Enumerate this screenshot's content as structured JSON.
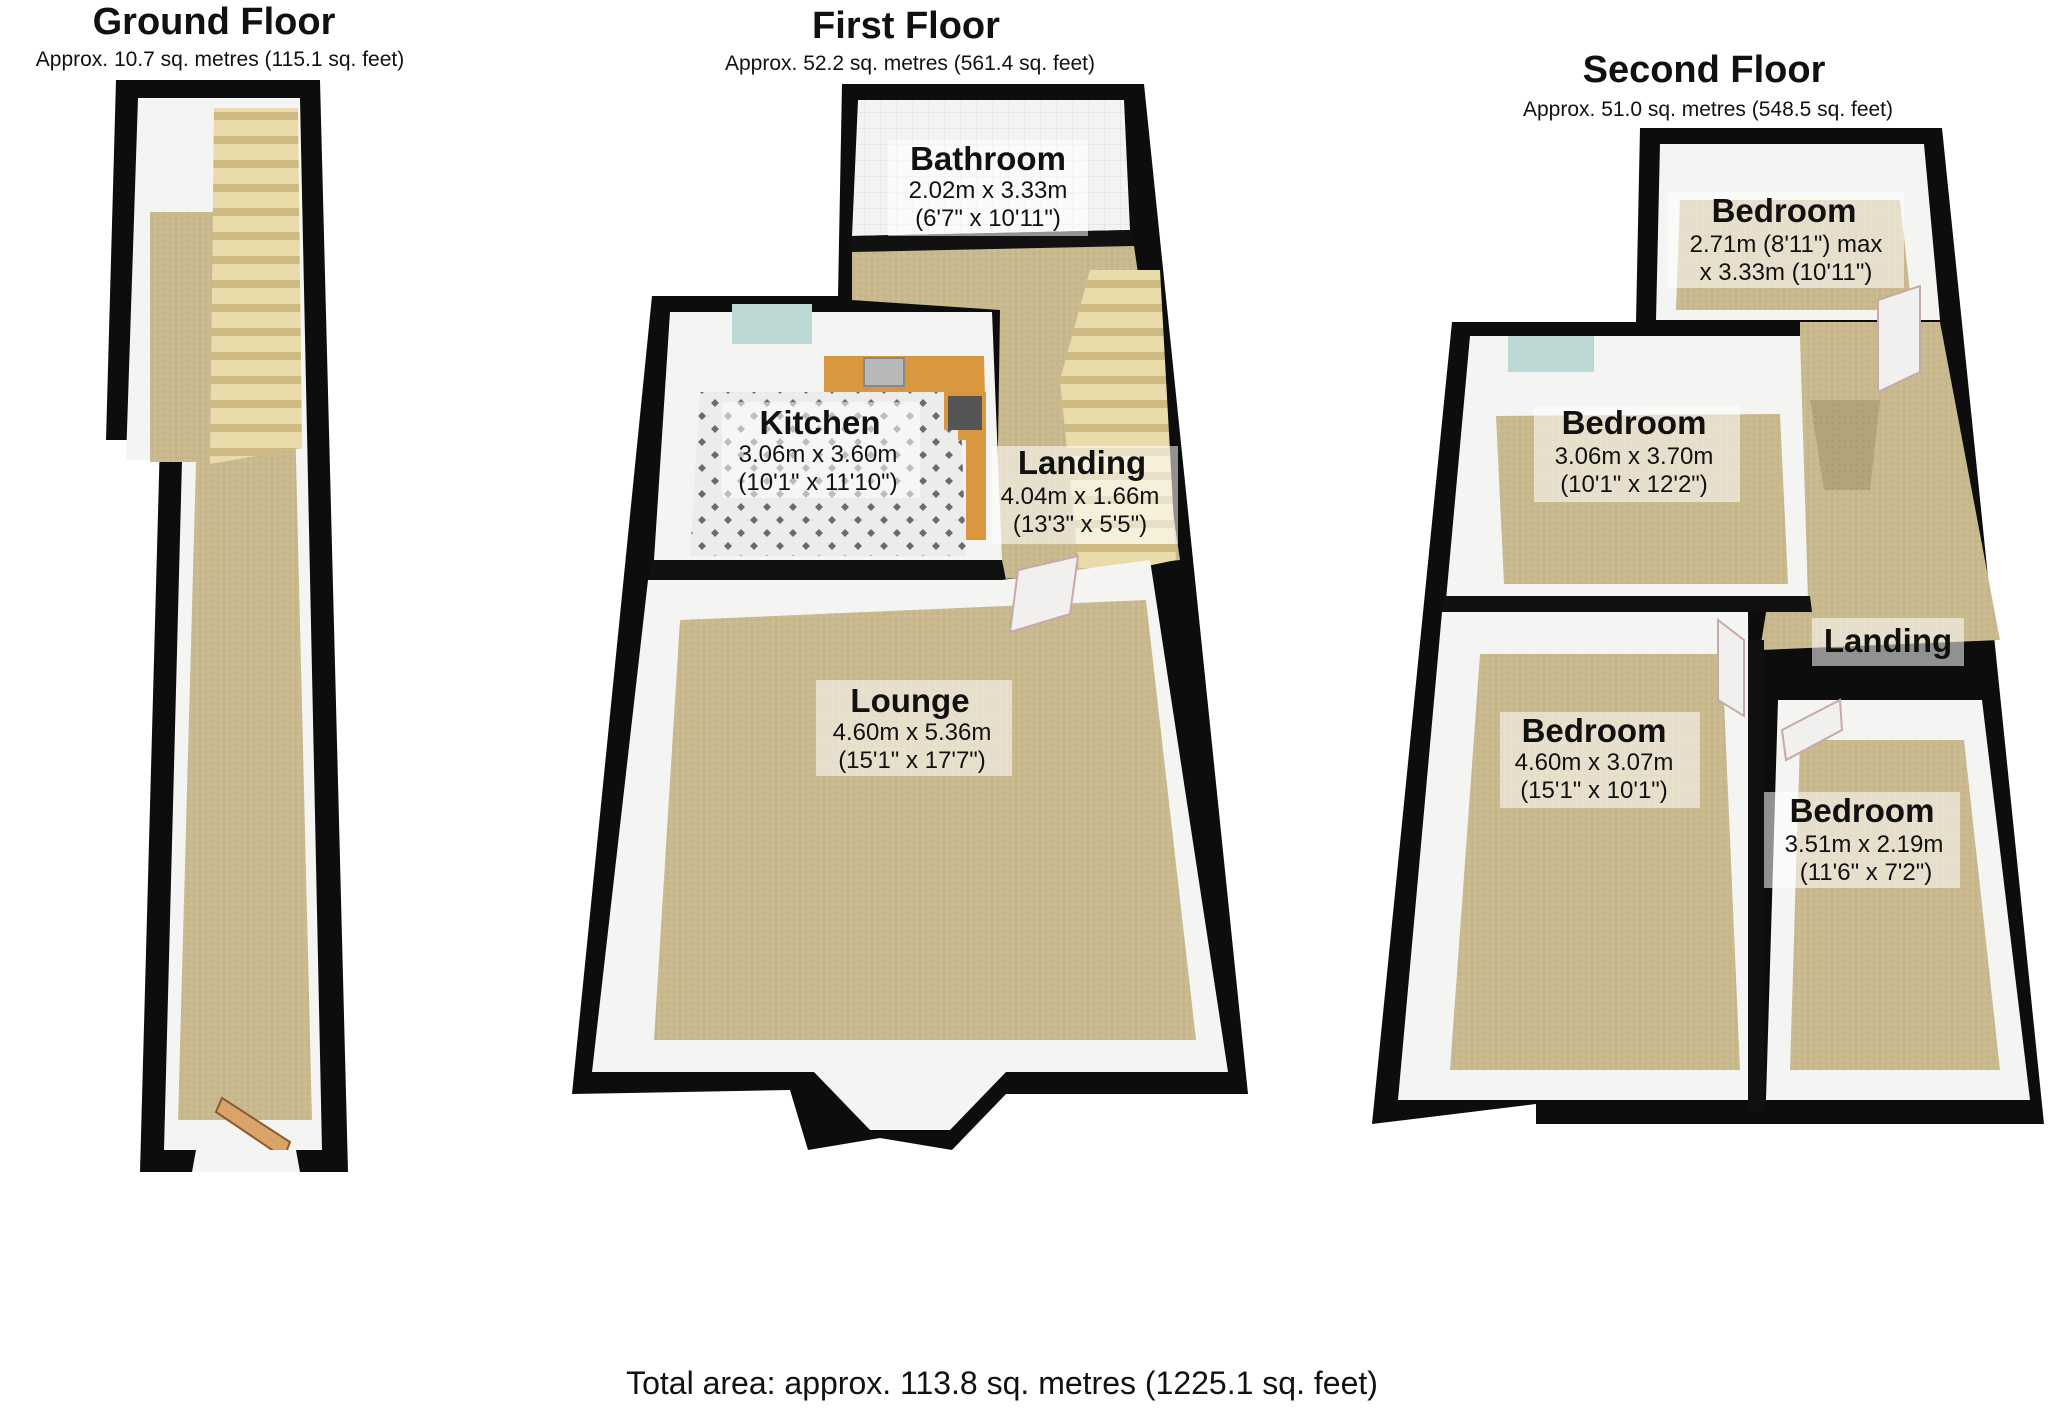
{
  "floors": {
    "ground": {
      "title": "Ground Floor",
      "area": "Approx. 10.7 sq. metres (115.1 sq. feet)"
    },
    "first": {
      "title": "First Floor",
      "area": "Approx. 52.2 sq. metres (561.4 sq. feet)"
    },
    "second": {
      "title": "Second Floor",
      "area": "Approx. 51.0 sq. metres (548.5 sq. feet)"
    }
  },
  "rooms": {
    "bathroom": {
      "name": "Bathroom",
      "dim1": "2.02m x 3.33m",
      "dim2": "(6'7\" x 10'11\")"
    },
    "kitchen": {
      "name": "Kitchen",
      "dim1": "3.06m x 3.60m",
      "dim2": "(10'1\" x 11'10\")"
    },
    "landing_first": {
      "name": "Landing",
      "dim1": "4.04m x 1.66m",
      "dim2": "(13'3\" x 5'5\")"
    },
    "lounge": {
      "name": "Lounge",
      "dim1": "4.60m x 5.36m",
      "dim2": "(15'1\" x 17'7\")"
    },
    "bedroom_top": {
      "name": "Bedroom",
      "dim1": "2.71m (8'11\") max",
      "dim2": "x 3.33m (10'11\")"
    },
    "bedroom_mid": {
      "name": "Bedroom",
      "dim1": "3.06m x 3.70m",
      "dim2": "(10'1\" x 12'2\")"
    },
    "landing_second": {
      "name": "Landing"
    },
    "bedroom_large": {
      "name": "Bedroom",
      "dim1": "4.60m x 3.07m",
      "dim2": "(15'1\" x 10'1\")"
    },
    "bedroom_small": {
      "name": "Bedroom",
      "dim1": "3.51m x 2.19m",
      "dim2": "(11'6\" x 7'2\")"
    }
  },
  "total_area": "Total area: approx. 113.8 sq. metres (1225.1 sq. feet)",
  "colors": {
    "carpet": "#c9b98e",
    "wall": "#0d0d0d",
    "wall_face": "#f4f4f2",
    "worktop": "#d9973f",
    "tile": "#e9e9e9",
    "stairs": "#e8d9a8"
  }
}
